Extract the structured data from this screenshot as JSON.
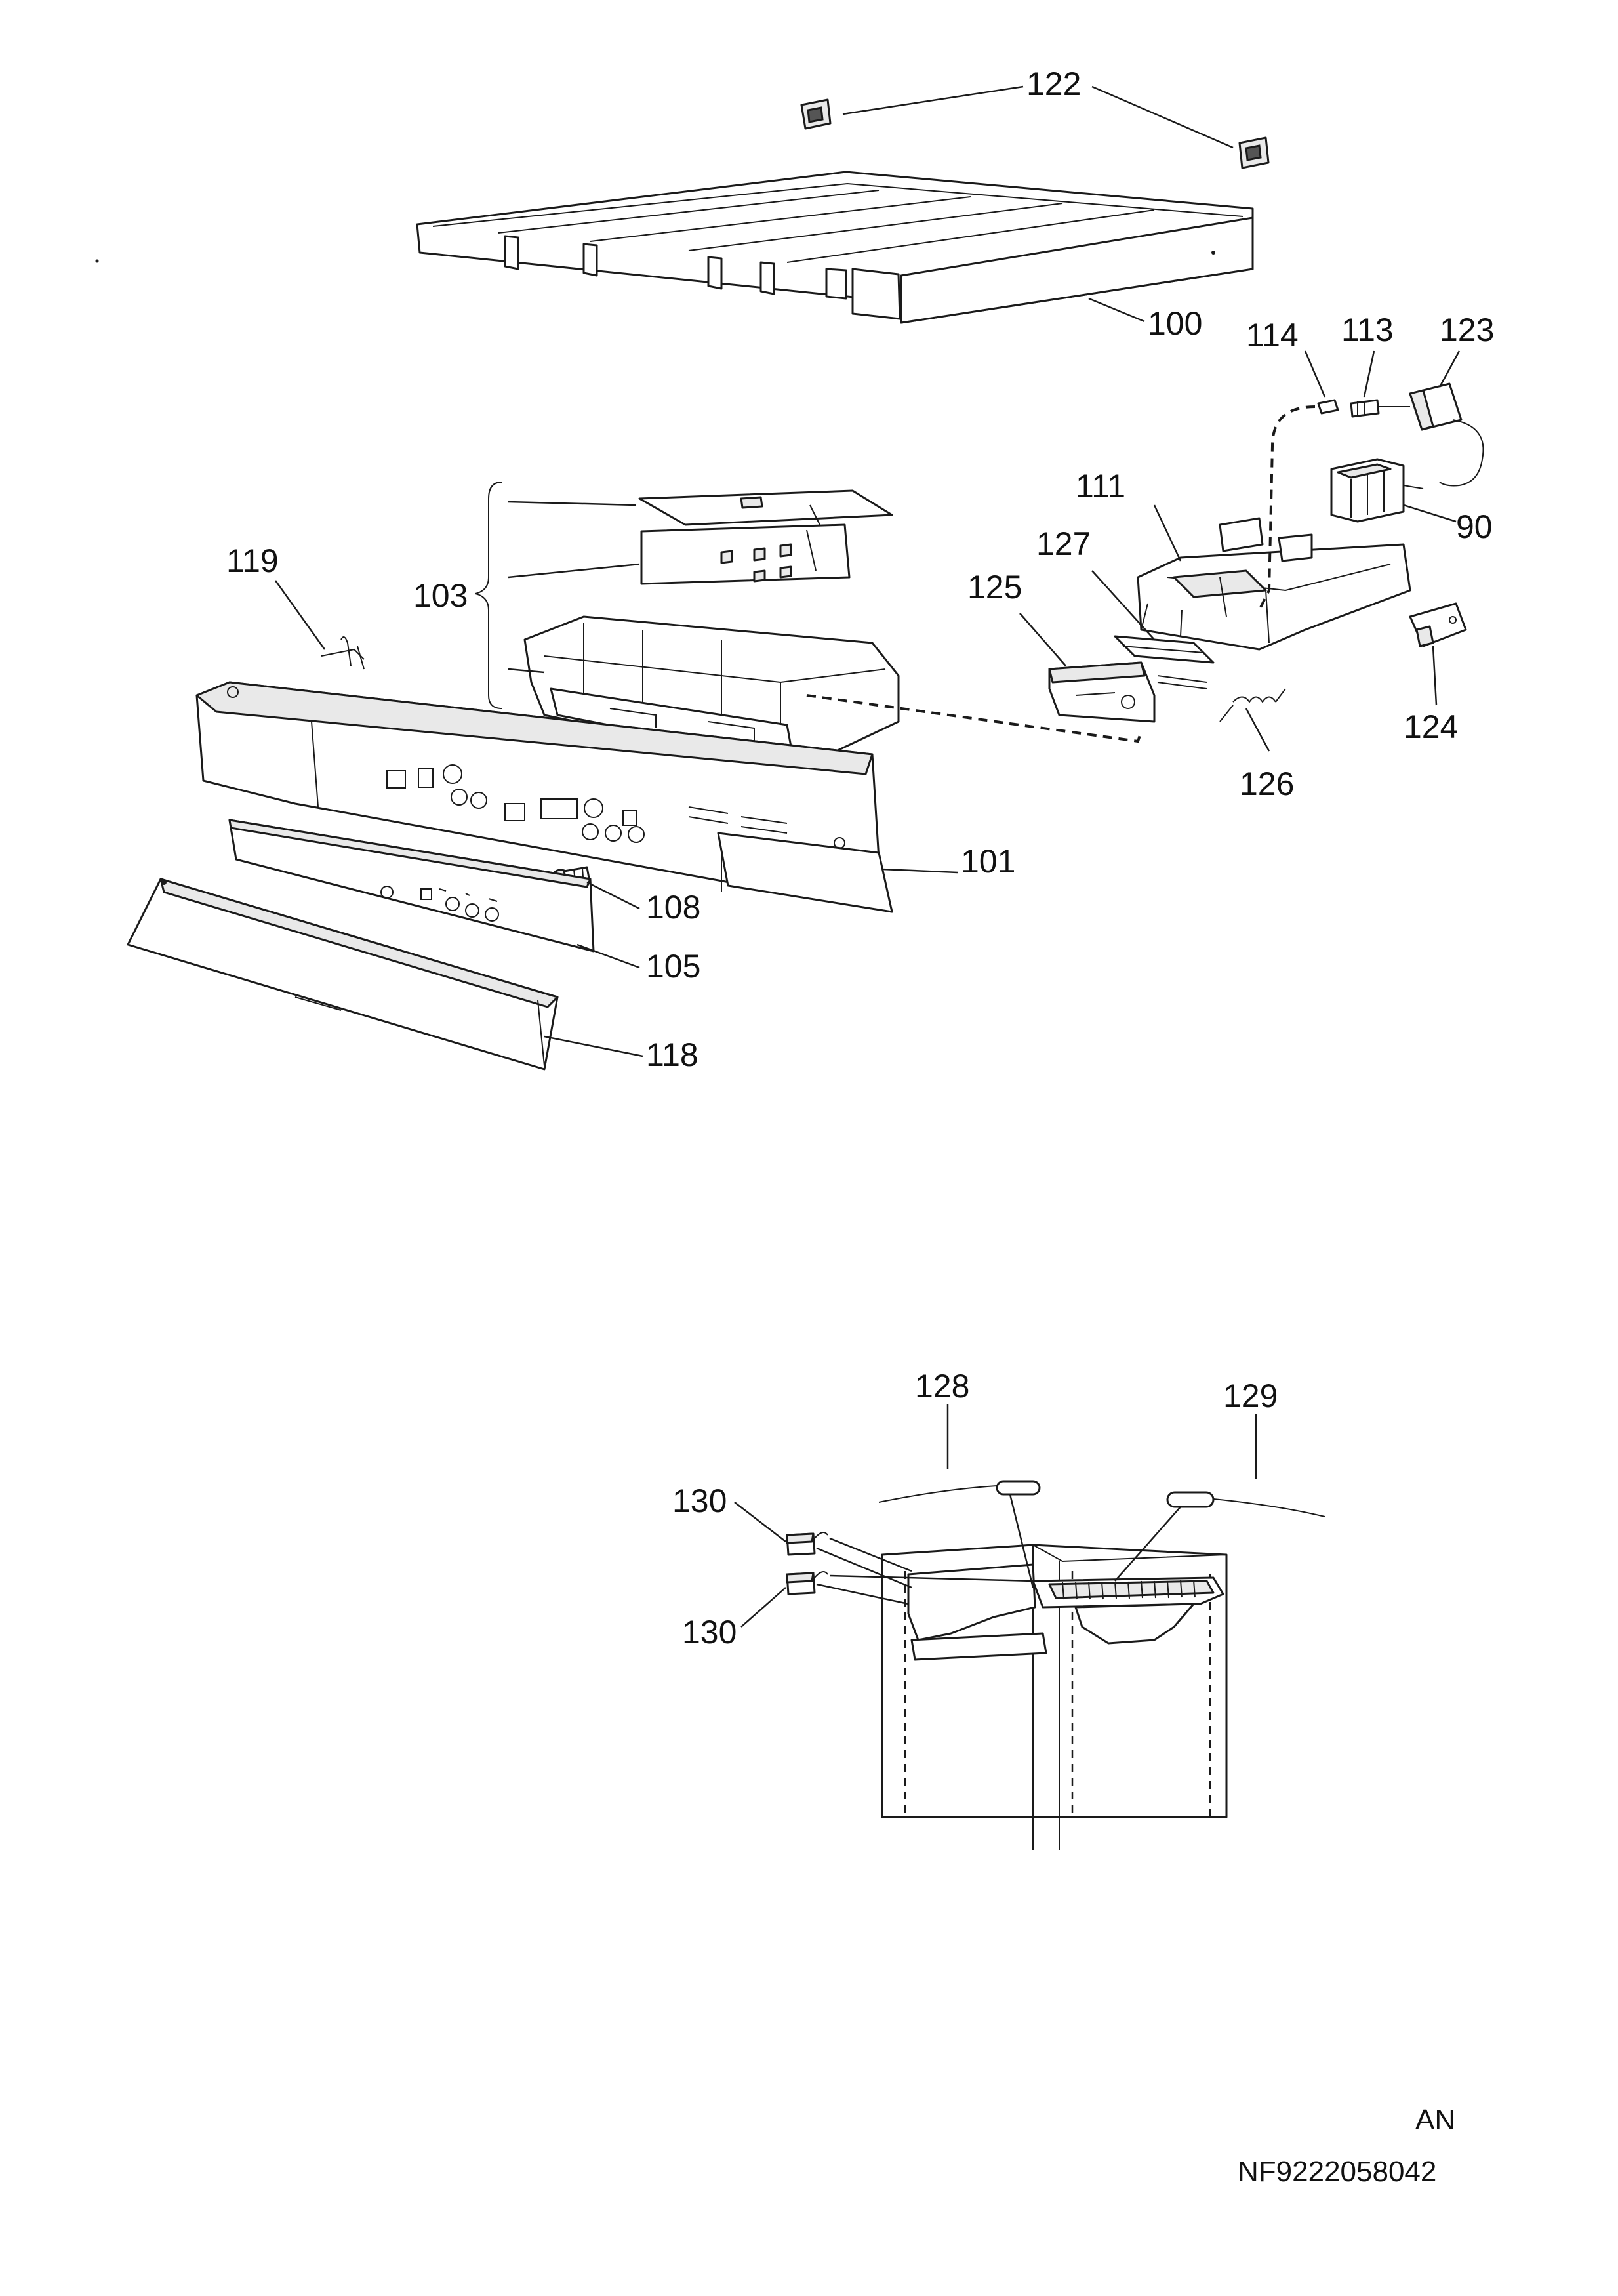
{
  "callouts": {
    "c122": "122",
    "c100": "100",
    "c114": "114",
    "c113": "113",
    "c123": "123",
    "c111": "111",
    "c90": "90",
    "c127": "127",
    "c125": "125",
    "c103": "103",
    "c119": "119",
    "c124": "124",
    "c126": "126",
    "c101": "101",
    "c108": "108",
    "c105": "105",
    "c118": "118",
    "c128": "128",
    "c129": "129",
    "c130a": "130",
    "c130b": "130"
  },
  "footer": {
    "lang": "AN",
    "code": "NF9222058042"
  }
}
